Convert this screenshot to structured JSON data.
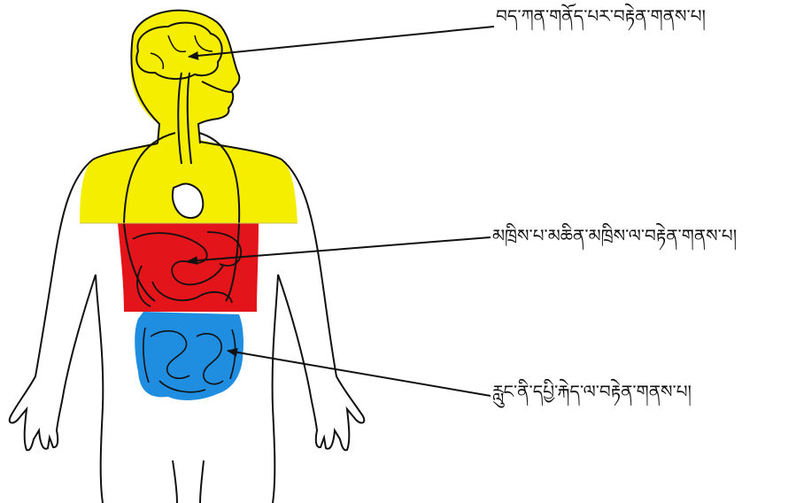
{
  "colors": {
    "head_region": "#f5ee00",
    "middle_region": "#e4141b",
    "lower_region": "#1f8de0",
    "outline": "#111111",
    "background": "#ffffff"
  },
  "labels": {
    "head": "བད་ཀན་གནོད་པར་བརྟེན་གནས་པ།",
    "chest": "མཁྲིས་པ་མཆིན་མཁྲིས་ལ་བརྟེན་གནས་པ།",
    "belly": "རླུང་ནི་དཔྱི་རྐེད་ལ་བརྟེན་གནས་པ།"
  }
}
